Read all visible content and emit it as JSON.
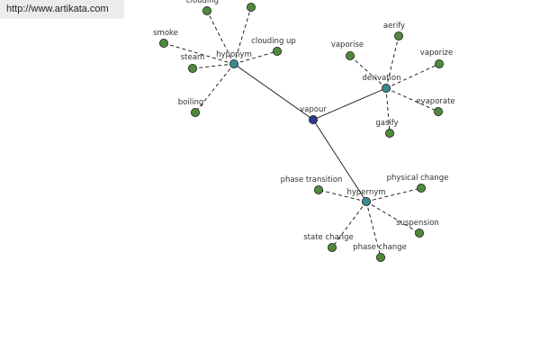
{
  "site": {
    "url_label": "http://www.artikata.com"
  },
  "colors": {
    "center": "#2d3a8c",
    "relation": "#3a8b92",
    "leaf": "#4f8a3c",
    "edge": "#111111"
  },
  "graph": {
    "center": {
      "id": "vapour",
      "label": "vapour"
    },
    "relations": [
      {
        "id": "hyponym",
        "label": "hyponym",
        "children": [
          {
            "id": "clouding",
            "label": "clouding"
          },
          {
            "id": "cut-top",
            "label": ""
          },
          {
            "id": "smoke",
            "label": "smoke"
          },
          {
            "id": "clouding-up",
            "label": "clouding up"
          },
          {
            "id": "steam",
            "label": "steam"
          },
          {
            "id": "boiling",
            "label": "boiling"
          }
        ]
      },
      {
        "id": "derivation",
        "label": "derivation",
        "children": [
          {
            "id": "aerify",
            "label": "aerify"
          },
          {
            "id": "vaporise",
            "label": "vaporise"
          },
          {
            "id": "vaporize",
            "label": "vaporize"
          },
          {
            "id": "evaporate",
            "label": "evaporate"
          },
          {
            "id": "gasify",
            "label": "gasify"
          }
        ]
      },
      {
        "id": "hypernym",
        "label": "hypernym",
        "children": [
          {
            "id": "phase-transition",
            "label": "phase transition"
          },
          {
            "id": "physical-change",
            "label": "physical change"
          },
          {
            "id": "suspension",
            "label": "suspension"
          },
          {
            "id": "state-change",
            "label": "state change"
          },
          {
            "id": "phase-change",
            "label": "phase change"
          }
        ]
      }
    ]
  }
}
